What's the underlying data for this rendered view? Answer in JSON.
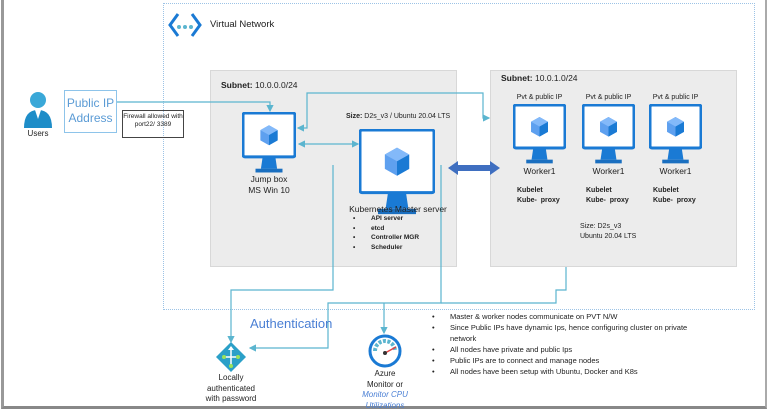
{
  "vnet": {
    "title": "Virtual Network",
    "icon": "virtual-network-icon"
  },
  "users": {
    "label": "Users",
    "icon": "user-icon"
  },
  "public_ip": {
    "label": "Public IP Address"
  },
  "firewall": {
    "label": "Firewall allowed with port22/ 3389"
  },
  "subnet1": {
    "label_bold": "Subnet:",
    "label": " 10.0.0.0/24"
  },
  "subnet2": {
    "label_bold": "Subnet:",
    "label": " 10.0.1.0/24"
  },
  "jumpbox": {
    "line1": "Jump box",
    "line2": "MS Win  10"
  },
  "master": {
    "size_bold": "Size:",
    "size": " D2s_v3 / Ubuntu 20.04 LTS",
    "label": "Kubernetes Master server",
    "components": [
      "API server",
      "etcd",
      "Controller MGR",
      "Scheduler"
    ]
  },
  "workers": [
    {
      "ip": "Pvt & public IP",
      "name": "Worker1",
      "c1": "Kubelet",
      "c2": "Kube-  proxy"
    },
    {
      "ip": "Pvt & public IP",
      "name": "Worker1",
      "c1": "Kubelet",
      "c2": "Kube-  proxy"
    },
    {
      "ip": "Pvt & public IP",
      "name": "Worker1",
      "c1": "Kubelet",
      "c2": "Kube-  proxy"
    }
  ],
  "worker_size": {
    "line1": "Size: D2s_v3",
    "line2": "Ubuntu 20.04 LTS"
  },
  "auth": {
    "title": "Authentication",
    "line1": "Locally",
    "line2": "authenticated",
    "line3": "with password"
  },
  "monitor": {
    "line1": "Azure",
    "line2": "Monitor or",
    "line3": "Monitor CPU",
    "line4": "Utilizations"
  },
  "notes": [
    "Master & worker nodes communicate on PVT N/W",
    "Since Public IPs have dynamic Ips, hence configuring cluster on private network",
    "All nodes have private and public Ips",
    "Public IPs are to connect and manage nodes",
    "All nodes have been setup with Ubuntu, Docker and K8s"
  ],
  "colors": {
    "line": "#5bb5cf",
    "accent": "#4a7fd4",
    "vm": "#1a7ad4"
  }
}
